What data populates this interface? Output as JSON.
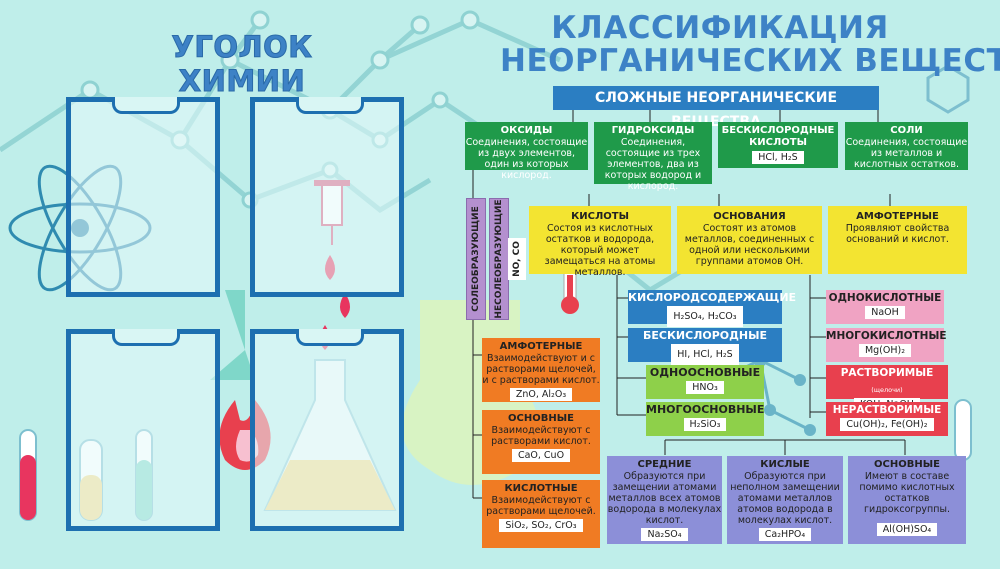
{
  "titles": {
    "left": "УГОЛОК ХИМИИ",
    "right_line1": "КЛАССИФИКАЦИЯ",
    "right_line2": "НЕОРГАНИЧЕСКИХ ВЕЩЕСТВ"
  },
  "header": "СЛОЖНЫЕ НЕОРГАНИЧЕСКИЕ ВЕЩЕСТВА",
  "top_boxes": {
    "oxides": {
      "title": "ОКСИДЫ",
      "text": "Соединения, состоящие из двух элементов, один из которых кислород."
    },
    "hydroxides": {
      "title": "ГИДРОКСИДЫ",
      "text": "Соединения, состоящие из трех элементов, два из которых водород и кислород."
    },
    "oxygenfree_acids": {
      "title": "БЕСКИСЛОРОДНЫЕ КИСЛОТЫ",
      "example": "HCl, H₂S"
    },
    "salts": {
      "title": "СОЛИ",
      "text": "Соединения, состоящие из металлов и кислотных остатков."
    }
  },
  "vertical": {
    "salt_forming": "СОЛЕОБРАЗУЮЩИЕ",
    "non_salt_forming": "НЕСОЛЕОБРАЗУЮЩИЕ",
    "non_salt_example": "NO, CO"
  },
  "yellow_boxes": {
    "acids": {
      "title": "КИСЛОТЫ",
      "text": "Состоя из кислотных остатков и водорода, который может замещаться на атомы металлов."
    },
    "bases": {
      "title": "ОСНОВАНИЯ",
      "text": "Состоят из атомов металлов, соединенных с одной или несколькими группами атомов OH."
    },
    "amphoteric": {
      "title": "АМФОТЕРНЫЕ",
      "text": "Проявляют свойства оснований и кислот."
    }
  },
  "oxide_types": {
    "amphoteric": {
      "title": "АМФОТЕРНЫЕ",
      "text": "Взаимодействуют и с растворами щелочей, и с растворами кислот.",
      "example": "ZnO, Al₂O₃"
    },
    "basic": {
      "title": "ОСНОВНЫЕ",
      "text": "Взаимодействуют с растворами кислот.",
      "example": "CaO, CuO"
    },
    "acidic": {
      "title": "КИСЛОТНЫЕ",
      "text": "Взаимодействуют с растворами щелочей.",
      "example": "SiO₂, SO₂, CrO₃"
    }
  },
  "acid_types": {
    "oxygen_containing": {
      "title": "КИСЛОРОДСОДЕРЖАЩИЕ",
      "example": "H₂SO₄, H₂CO₃"
    },
    "oxygen_free": {
      "title": "БЕСКИСЛОРОДНЫЕ",
      "example": "HI, HCl, H₂S"
    },
    "monobasic": {
      "title": "ОДНООСНОВНЫЕ",
      "example": "HNO₃"
    },
    "polybasic": {
      "title": "МНОГООСНОВНЫЕ",
      "example": "H₂SiO₃"
    }
  },
  "base_types": {
    "monoacid": {
      "title": "ОДНОКИСЛОТНЫЕ",
      "example": "NaOH"
    },
    "polyacid": {
      "title": "МНОГОКИСЛОТНЫЕ",
      "example": "Mg(OH)₂"
    },
    "soluble": {
      "title": "РАСТВОРИМЫЕ",
      "note": "(щелочи)",
      "example": "KOH, NaOH"
    },
    "insoluble": {
      "title": "НЕРАСТВОРИМЫЕ",
      "example": "Cu(OH)₂, Fe(OH)₂"
    }
  },
  "salt_types": {
    "medium": {
      "title": "СРЕДНИЕ",
      "text": "Образуются при замещении атомами металлов всех атомов водорода в молекулах кислот.",
      "example": "Na₂SO₄"
    },
    "acidic": {
      "title": "КИСЛЫЕ",
      "text": "Образуются при неполном замещении атомами металлов атомов водорода в молекулах кислот.",
      "example": "Ca₂HPO₄"
    },
    "basic": {
      "title": "ОСНОВНЫЕ",
      "text": "Имеют в составе помимо кислотных остатков гидроксогруппы.",
      "example": "Al(OH)SO₄"
    }
  },
  "colors": {
    "background": "#bfeeea",
    "title_blue": "#3d82c6",
    "green": "#1f9a4a",
    "yellow": "#f3e431",
    "orange": "#f07b23",
    "purple": "#8c8fd8",
    "red": "#e8404e",
    "pink": "#f0a3c3"
  }
}
